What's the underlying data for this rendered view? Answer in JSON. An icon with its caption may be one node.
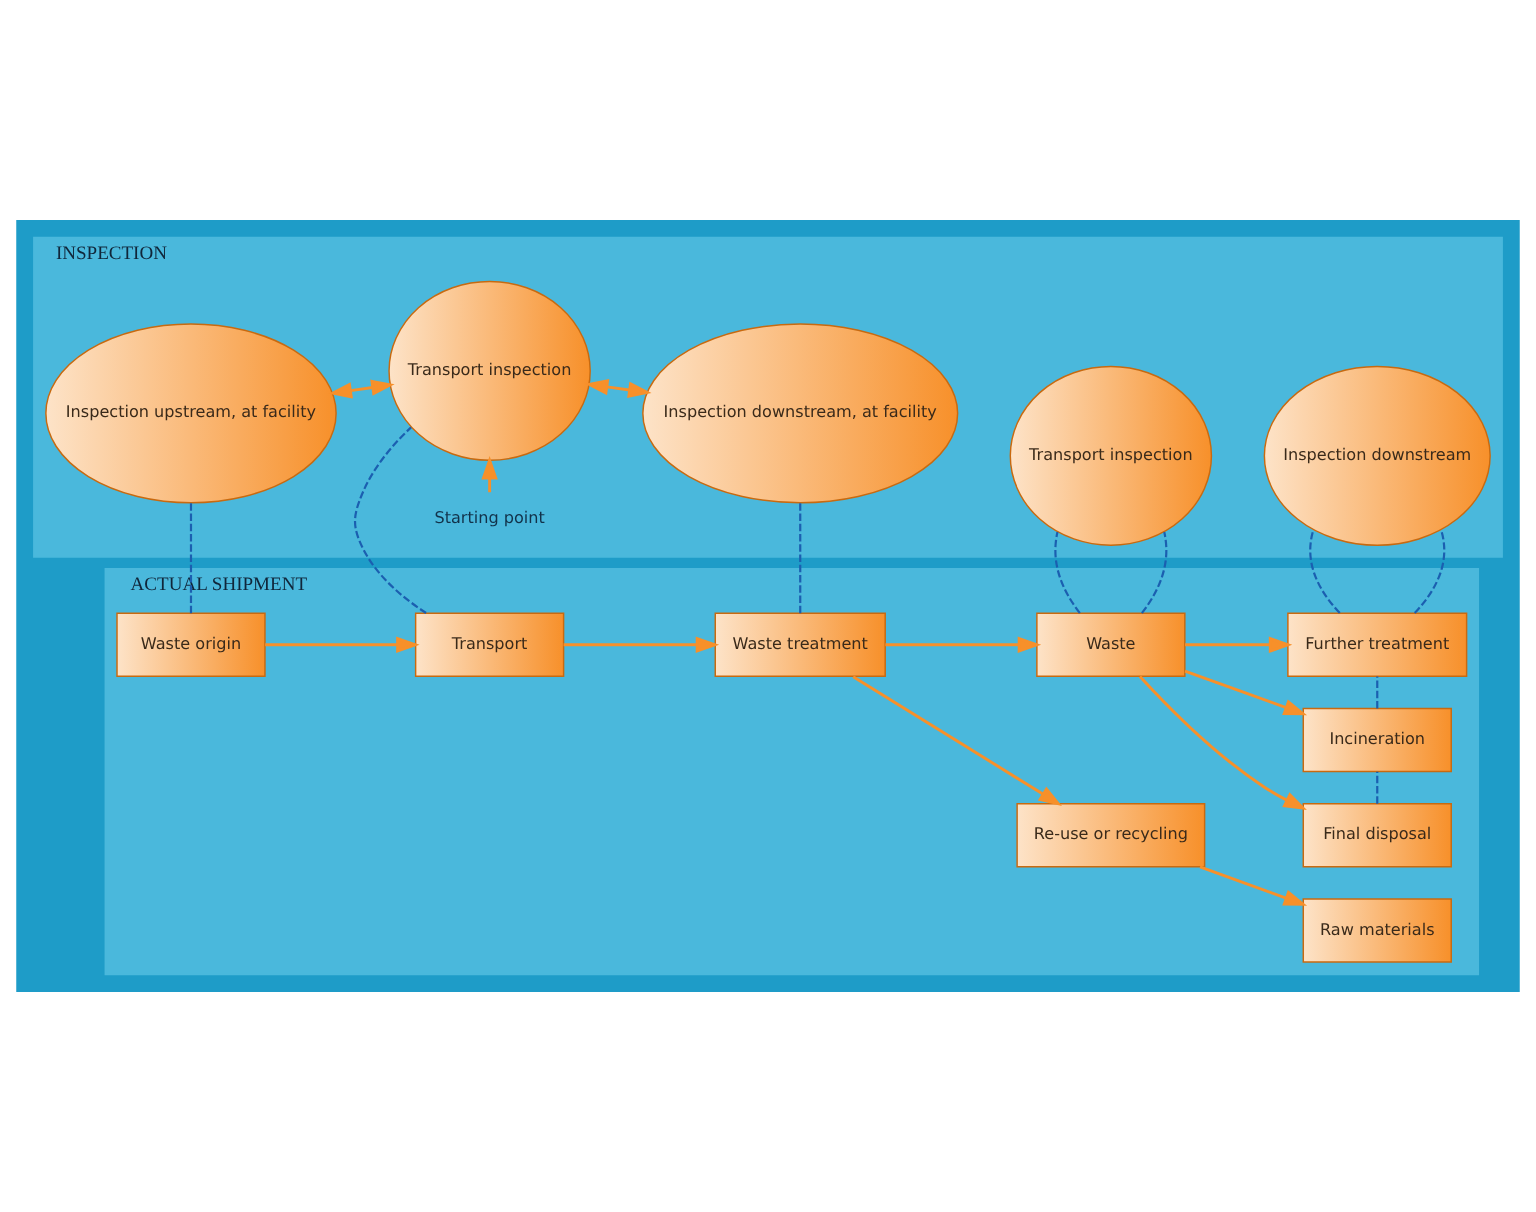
{
  "diagram": {
    "nodes": [
      {
        "text": [
          "ACTUAL SHIPMENT"
        ]
      },
      {
        "text": [
          "Waste origin"
        ],
        "in": 0
      },
      {
        "text": [
          "Transport"
        ],
        "in": 0
      },
      {
        "text": [
          "Waste treatment"
        ],
        "in": 0
      },
      {
        "text": [
          "Re-use or recycling"
        ],
        "in": 0
      },
      {
        "text": [
          "Waste"
        ],
        "in": 0
      },
      {
        "text": [
          "Raw materials"
        ],
        "in": 0
      },
      {
        "text": [
          "Final disposal"
        ],
        "in": 0
      },
      {
        "text": [
          "Incineration"
        ],
        "in": 0
      },
      {
        "text": [
          "Further treatment"
        ],
        "in": 0
      },
      {
        "text": [
          "INSPECTION"
        ]
      },
      {
        "text": [
          "Inspection upstream, at facility"
        ],
        "in": 10
      },
      {
        "text": [
          "Transport inspection"
        ],
        "in": 10
      },
      {
        "text": [
          "Inspection downstream, at facility"
        ],
        "in": 10
      },
      {
        "text": [
          "Transport inspection"
        ],
        "in": 10
      },
      {
        "text": [
          "Inspection downstream"
        ],
        "in": 10
      },
      {
        "text": [
          "Starting point"
        ],
        "in": 10
      }
    ],
    "edges": [
      {
        "from": 1,
        "to": 2,
        "arrow": "to"
      },
      {
        "from": 2,
        "to": 3,
        "arrow": "to"
      },
      {
        "from": 3,
        "to": 4,
        "arrow": "to"
      },
      {
        "from": 3,
        "to": 5,
        "arrow": "to"
      },
      {
        "from": 4,
        "to": 6,
        "arrow": "to"
      },
      {
        "from": 5,
        "to": 7,
        "arrow": "to"
      },
      {
        "from": 5,
        "to": 8,
        "arrow": "to"
      },
      {
        "from": 5,
        "to": 9,
        "arrow": "to"
      },
      {
        "from": 1,
        "to": 11,
        "arrow": "none",
        "style": "dashed",
        "color": "#1b5fb0"
      },
      {
        "from": 2,
        "to": 12,
        "arrow": "none",
        "style": "dashed",
        "color": "#1b5fb0"
      },
      {
        "from": 3,
        "to": 13,
        "arrow": "none",
        "style": "dashed",
        "color": "#1b5fb0"
      },
      {
        "from": 5,
        "to": 14,
        "arrow": "none",
        "style": "dashed",
        "color": "#1b5fb0"
      },
      {
        "from": 7,
        "to": 8,
        "arrow": "none",
        "style": "dashed",
        "color": "#1b5fb0"
      },
      {
        "from": 8,
        "to": 9,
        "arrow": "none",
        "style": "dashed",
        "color": "#1b5fb0"
      },
      {
        "from": 9,
        "to": 15,
        "arrow": "none",
        "style": "dashed",
        "color": "#1b5fb0"
      },
      {
        "from": 11,
        "to": 12,
        "arrow": "both"
      },
      {
        "from": 12,
        "to": 13,
        "arrow": "both"
      },
      {
        "from": 16,
        "to": 12,
        "arrow": "to"
      }
    ]
  }
}
